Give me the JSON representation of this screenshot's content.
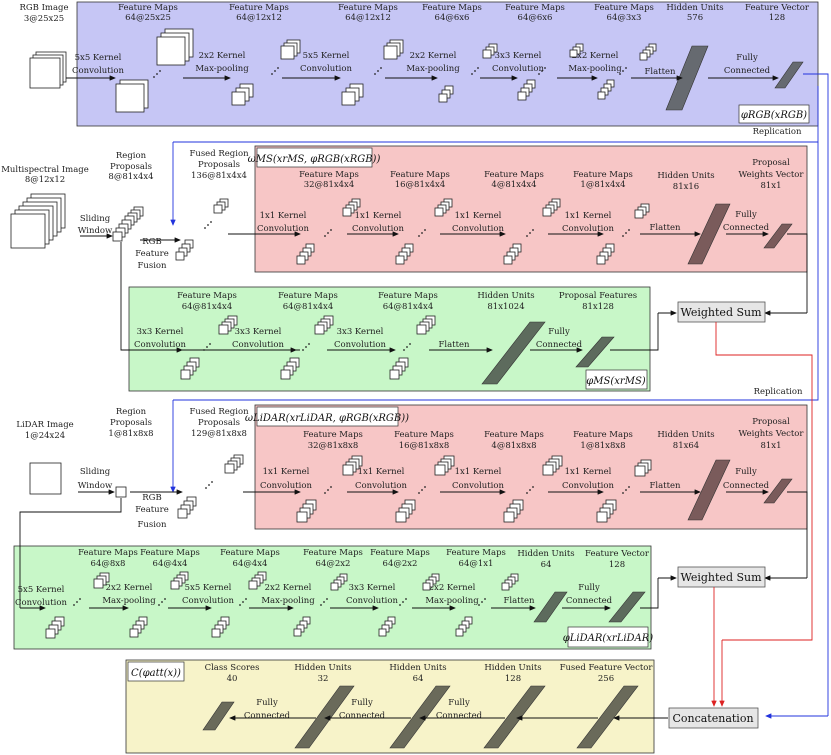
{
  "rgb": {
    "input": {
      "title": "RGB Image",
      "dims": "3@25x25"
    },
    "layers": [
      {
        "label": "Feature Maps",
        "dims": "64@25x25"
      },
      {
        "label": "Feature Maps",
        "dims": "64@12x12"
      },
      {
        "label": "Feature Maps",
        "dims": "64@12x12"
      },
      {
        "label": "Feature Maps",
        "dims": "64@6x6"
      },
      {
        "label": "Feature Maps",
        "dims": "64@6x6"
      },
      {
        "label": "Feature Maps",
        "dims": "64@3x3"
      },
      {
        "label": "Hidden Units",
        "dims": "576"
      },
      {
        "label": "Feature Vector",
        "dims": "128"
      }
    ],
    "ops": [
      {
        "l1": "5x5 Kernel",
        "l2": "Convolution"
      },
      {
        "l1": "2x2 Kernel",
        "l2": "Max-pooling"
      },
      {
        "l1": "5x5 Kernel",
        "l2": "Convolution"
      },
      {
        "l1": "2x2 Kernel",
        "l2": "Max-pooling"
      },
      {
        "l1": "3x3 Kernel",
        "l2": "Convolution"
      },
      {
        "l1": "2x2 Kernel",
        "l2": "Max-pooling"
      },
      {
        "l1": "Flatten",
        "l2": ""
      },
      {
        "l1": "Fully",
        "l2": "Connected"
      }
    ],
    "func": "φRGB(xRGB)",
    "replication": "Replication"
  },
  "ms": {
    "input": {
      "title": "Multispectral Image",
      "dims": "8@12x12"
    },
    "sliding": {
      "l1": "Sliding",
      "l2": "Window"
    },
    "proposals": {
      "l1": "Region",
      "l2": "Proposals",
      "dims": "8@81x4x4"
    },
    "fusion": {
      "l1": "RGB",
      "l2": "Feature",
      "l3": "Fusion"
    },
    "fused": {
      "l1": "Fused Region",
      "l2": "Proposals",
      "dims": "136@81x4x4"
    },
    "att_func": "ωMS(xrMS, φRGB(xRGB))",
    "att_layers": [
      {
        "label": "Feature Maps",
        "dims": "32@81x4x4"
      },
      {
        "label": "Feature Maps",
        "dims": "16@81x4x4"
      },
      {
        "label": "Feature Maps",
        "dims": "4@81x4x4"
      },
      {
        "label": "Feature Maps",
        "dims": "1@81x4x4"
      },
      {
        "label": "Hidden Units",
        "dims": "81x16"
      },
      {
        "l1": "Proposal",
        "l2": "Weights Vector",
        "dims": "81x1"
      }
    ],
    "att_ops": [
      {
        "l1": "1x1 Kernel",
        "l2": "Convolution"
      },
      {
        "l1": "1x1 Kernel",
        "l2": "Convolution"
      },
      {
        "l1": "1x1 Kernel",
        "l2": "Convolution"
      },
      {
        "l1": "1x1 Kernel",
        "l2": "Convolution"
      },
      {
        "l1": "Flatten",
        "l2": ""
      },
      {
        "l1": "Fully",
        "l2": "Connected"
      }
    ],
    "feat_layers": [
      {
        "label": "Feature Maps",
        "dims": "64@81x4x4"
      },
      {
        "label": "Feature Maps",
        "dims": "64@81x4x4"
      },
      {
        "label": "Feature Maps",
        "dims": "64@81x4x4"
      },
      {
        "label": "Hidden Units",
        "dims": "81x1024"
      },
      {
        "label": "Proposal Features",
        "dims": "81x128"
      }
    ],
    "feat_ops": [
      {
        "l1": "3x3 Kernel",
        "l2": "Convolution"
      },
      {
        "l1": "3x3 Kernel",
        "l2": "Convolution"
      },
      {
        "l1": "3x3 Kernel",
        "l2": "Convolution"
      },
      {
        "l1": "Flatten",
        "l2": ""
      },
      {
        "l1": "Fully",
        "l2": "Connected"
      }
    ],
    "feat_func": "φMS(xrMS)",
    "weighted_sum": "Weighted Sum",
    "replication": "Replication"
  },
  "lidar": {
    "input": {
      "title": "LiDAR Image",
      "dims": "1@24x24"
    },
    "sliding": {
      "l1": "Sliding",
      "l2": "Window"
    },
    "proposals": {
      "l1": "Region",
      "l2": "Proposals",
      "dims": "1@81x8x8"
    },
    "fusion": {
      "l1": "RGB",
      "l2": "Feature",
      "l3": "Fusion"
    },
    "fused": {
      "l1": "Fused Region",
      "l2": "Proposals",
      "dims": "129@81x8x8"
    },
    "att_func": "ωLiDAR(xrLiDAR, φRGB(xRGB))",
    "att_layers": [
      {
        "label": "Feature Maps",
        "dims": "32@81x8x8"
      },
      {
        "label": "Feature Maps",
        "dims": "16@81x8x8"
      },
      {
        "label": "Feature Maps",
        "dims": "4@81x8x8"
      },
      {
        "label": "Feature Maps",
        "dims": "1@81x8x8"
      },
      {
        "label": "Hidden Units",
        "dims": "81x64"
      },
      {
        "l1": "Proposal",
        "l2": "Weights Vector",
        "dims": "81x1"
      }
    ],
    "att_ops": [
      {
        "l1": "1x1 Kernel",
        "l2": "Convolution"
      },
      {
        "l1": "1x1 Kernel",
        "l2": "Convolution"
      },
      {
        "l1": "1x1 Kernel",
        "l2": "Convolution"
      },
      {
        "l1": "1x1 Kernel",
        "l2": "Convolution"
      },
      {
        "l1": "Flatten",
        "l2": ""
      },
      {
        "l1": "Fully",
        "l2": "Connected"
      }
    ],
    "feat_layers": [
      {
        "label": "Feature Maps",
        "dims": "64@8x8"
      },
      {
        "label": "Feature Maps",
        "dims": "64@4x4"
      },
      {
        "label": "Feature Maps",
        "dims": "64@4x4"
      },
      {
        "label": "Feature Maps",
        "dims": "64@2x2"
      },
      {
        "label": "Feature Maps",
        "dims": "64@2x2"
      },
      {
        "label": "Feature Maps",
        "dims": "64@1x1"
      },
      {
        "label": "Hidden Units",
        "dims": "64"
      },
      {
        "label": "Feature Vector",
        "dims": "128"
      }
    ],
    "feat_ops": [
      {
        "l1": "5x5 Kernel",
        "l2": "Convolution"
      },
      {
        "l1": "2x2 Kernel",
        "l2": "Max-pooling"
      },
      {
        "l1": "5x5 Kernel",
        "l2": "Convolution"
      },
      {
        "l1": "2x2 Kernel",
        "l2": "Max-pooling"
      },
      {
        "l1": "3x3 Kernel",
        "l2": "Convolution"
      },
      {
        "l1": "2x2 Kernel",
        "l2": "Max-pooling"
      },
      {
        "l1": "Flatten",
        "l2": ""
      },
      {
        "l1": "Fully",
        "l2": "Connected"
      }
    ],
    "feat_func": "φLiDAR(xrLiDAR)",
    "weighted_sum": "Weighted Sum"
  },
  "classifier": {
    "func": "C(φatt(x))",
    "layers": [
      {
        "label": "Class Scores",
        "dims": "40"
      },
      {
        "label": "Hidden Units",
        "dims": "32"
      },
      {
        "label": "Hidden Units",
        "dims": "64"
      },
      {
        "label": "Hidden Units",
        "dims": "128"
      },
      {
        "label": "Fused Feature Vector",
        "dims": "256"
      }
    ],
    "ops": [
      {
        "l1": "Fully",
        "l2": "Connected"
      },
      {
        "l1": "Fully",
        "l2": "Connected"
      },
      {
        "l1": "Fully",
        "l2": "Connected"
      }
    ],
    "concat": "Concatenation"
  },
  "colors": {
    "rgb_bg": "#c6c6f5",
    "att_bg": "#f7c6c6",
    "feat_bg": "#c8f7c8",
    "cls_bg": "#f7f3c9",
    "sum_bg": "#e6e6e6",
    "blue_line": "#2233dd",
    "red_line": "#dd2222"
  }
}
